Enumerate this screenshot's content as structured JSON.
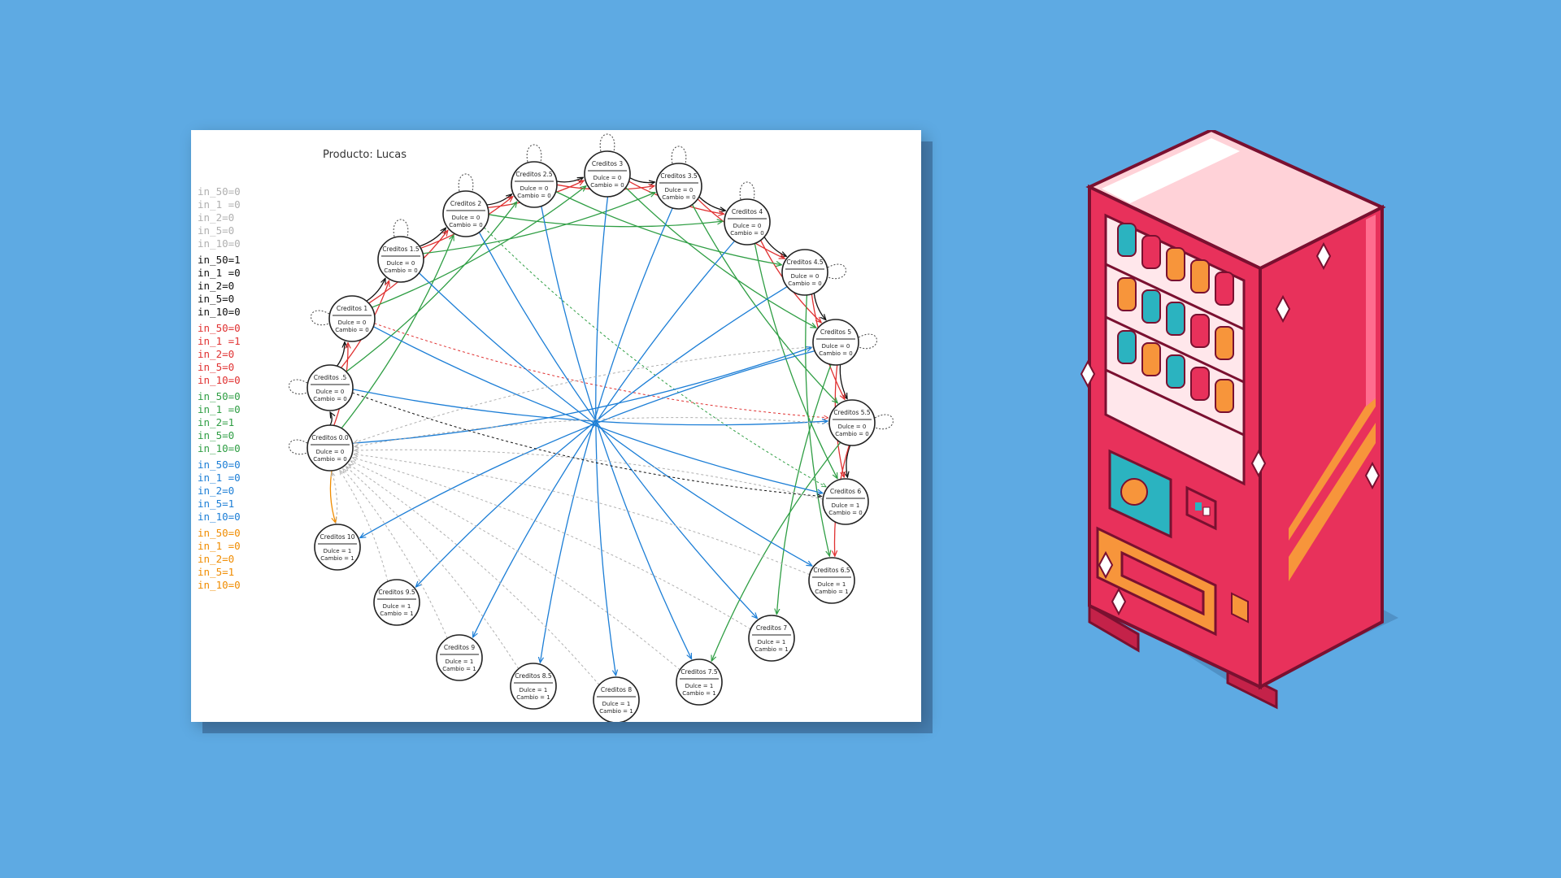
{
  "diagram": {
    "title": "Producto: Lucas",
    "legend_groups": [
      {
        "color": "#b0b0b0",
        "lines": [
          "in_50=0",
          "in_1 =0",
          "in_2=0",
          "in_5=0",
          "in_10=0"
        ]
      },
      {
        "color": "#111111",
        "lines": [
          "in_50=1",
          "in_1 =0",
          "in_2=0",
          "in_5=0",
          "in_10=0"
        ]
      },
      {
        "color": "#e03131",
        "lines": [
          "in_50=0",
          "in_1 =1",
          "in_2=0",
          "in_5=0",
          "in_10=0"
        ]
      },
      {
        "color": "#2f9e44",
        "lines": [
          "in_50=0",
          "in_1 =0",
          "in_2=1",
          "in_5=0",
          "in_10=0"
        ]
      },
      {
        "color": "#1c7ed6",
        "lines": [
          "in_50=0",
          "in_1 =0",
          "in_2=0",
          "in_5=1",
          "in_10=0"
        ]
      },
      {
        "color": "#f08c00",
        "lines": [
          "in_50=0",
          "in_1 =0",
          "in_2=0",
          "in_5=1",
          "in_10=0"
        ]
      }
    ],
    "states": [
      {
        "id": "c00",
        "title": "Creditos 0.0",
        "line1": "Dulce = 0",
        "line2": "Cambio = 0"
      },
      {
        "id": "c05",
        "title": "Creditos .5",
        "line1": "Dulce = 0",
        "line2": "Cambio = 0"
      },
      {
        "id": "c1",
        "title": "Creditos 1",
        "line1": "Dulce = 0",
        "line2": "Cambio = 0"
      },
      {
        "id": "c15",
        "title": "Creditos 1.5",
        "line1": "Dulce = 0",
        "line2": "Cambio = 0"
      },
      {
        "id": "c2",
        "title": "Creditos 2",
        "line1": "Dulce = 0",
        "line2": "Cambio = 0"
      },
      {
        "id": "c25",
        "title": "Creditos 2.5",
        "line1": "Dulce = 0",
        "line2": "Cambio = 0"
      },
      {
        "id": "c3",
        "title": "Creditos 3",
        "line1": "Dulce = 0",
        "line2": "Cambio = 0"
      },
      {
        "id": "c35",
        "title": "Creditos 3.5",
        "line1": "Dulce = 0",
        "line2": "Cambio = 0"
      },
      {
        "id": "c4",
        "title": "Creditos 4",
        "line1": "Dulce = 0",
        "line2": "Cambio = 0"
      },
      {
        "id": "c45",
        "title": "Creditos 4.5",
        "line1": "Dulce = 0",
        "line2": "Cambio = 0"
      },
      {
        "id": "c5",
        "title": "Creditos 5",
        "line1": "Dulce = 0",
        "line2": "Cambio = 0"
      },
      {
        "id": "c55",
        "title": "Creditos 5.5",
        "line1": "Dulce = 0",
        "line2": "Cambio = 0"
      },
      {
        "id": "c6",
        "title": "Creditos 6",
        "line1": "Dulce = 1",
        "line2": "Cambio = 0"
      },
      {
        "id": "c65",
        "title": "Creditos 6.5",
        "line1": "Dulce = 1",
        "line2": "Cambio = 1"
      },
      {
        "id": "c7",
        "title": "Creditos 7",
        "line1": "Dulce = 1",
        "line2": "Cambio = 1"
      },
      {
        "id": "c75",
        "title": "Creditos 7.5",
        "line1": "Dulce = 1",
        "line2": "Cambio = 1"
      },
      {
        "id": "c8",
        "title": "Creditos 8",
        "line1": "Dulce = 1",
        "line2": "Cambio = 1"
      },
      {
        "id": "c85",
        "title": "Creditos 8.5",
        "line1": "Dulce = 1",
        "line2": "Cambio = 1"
      },
      {
        "id": "c9",
        "title": "Creditos 9",
        "line1": "Dulce = 1",
        "line2": "Cambio = 1"
      },
      {
        "id": "c95",
        "title": "Creditos 9.5",
        "line1": "Dulce = 1",
        "line2": "Cambio = 1"
      },
      {
        "id": "c10",
        "title": "Creditos 10",
        "line1": "Dulce = 1",
        "line2": "Cambio = 1"
      }
    ],
    "edges": [
      {
        "from": "c00",
        "to": "c05",
        "color": "#111111",
        "dash": false
      },
      {
        "from": "c05",
        "to": "c1",
        "color": "#111111",
        "dash": false
      },
      {
        "from": "c1",
        "to": "c15",
        "color": "#111111",
        "dash": false
      },
      {
        "from": "c15",
        "to": "c2",
        "color": "#111111",
        "dash": false
      },
      {
        "from": "c2",
        "to": "c25",
        "color": "#111111",
        "dash": false
      },
      {
        "from": "c25",
        "to": "c3",
        "color": "#111111",
        "dash": false
      },
      {
        "from": "c3",
        "to": "c35",
        "color": "#111111",
        "dash": false
      },
      {
        "from": "c35",
        "to": "c4",
        "color": "#111111",
        "dash": false
      },
      {
        "from": "c4",
        "to": "c45",
        "color": "#111111",
        "dash": false
      },
      {
        "from": "c45",
        "to": "c5",
        "color": "#111111",
        "dash": false
      },
      {
        "from": "c5",
        "to": "c55",
        "color": "#111111",
        "dash": false
      },
      {
        "from": "c55",
        "to": "c6",
        "color": "#111111",
        "dash": false
      },
      {
        "from": "c00",
        "to": "c10",
        "color": "#f08c00",
        "dash": false
      },
      {
        "from": "c00",
        "to": "c1",
        "color": "#e03131",
        "dash": false
      },
      {
        "from": "c05",
        "to": "c15",
        "color": "#e03131",
        "dash": false
      },
      {
        "from": "c1",
        "to": "c2",
        "color": "#e03131",
        "dash": false
      },
      {
        "from": "c15",
        "to": "c25",
        "color": "#e03131",
        "dash": false
      },
      {
        "from": "c2",
        "to": "c3",
        "color": "#e03131",
        "dash": false
      },
      {
        "from": "c25",
        "to": "c35",
        "color": "#e03131",
        "dash": false
      },
      {
        "from": "c3",
        "to": "c4",
        "color": "#e03131",
        "dash": false
      },
      {
        "from": "c35",
        "to": "c45",
        "color": "#e03131",
        "dash": false
      },
      {
        "from": "c4",
        "to": "c5",
        "color": "#e03131",
        "dash": false
      },
      {
        "from": "c45",
        "to": "c55",
        "color": "#e03131",
        "dash": false
      },
      {
        "from": "c5",
        "to": "c6",
        "color": "#e03131",
        "dash": false
      },
      {
        "from": "c55",
        "to": "c65",
        "color": "#e03131",
        "dash": false
      },
      {
        "from": "c1",
        "to": "c55",
        "color": "#e03131",
        "dash": true
      },
      {
        "from": "c00",
        "to": "c2",
        "color": "#2f9e44",
        "dash": false
      },
      {
        "from": "c05",
        "to": "c25",
        "color": "#2f9e44",
        "dash": false
      },
      {
        "from": "c1",
        "to": "c3",
        "color": "#2f9e44",
        "dash": false
      },
      {
        "from": "c15",
        "to": "c35",
        "color": "#2f9e44",
        "dash": false
      },
      {
        "from": "c2",
        "to": "c4",
        "color": "#2f9e44",
        "dash": false
      },
      {
        "from": "c25",
        "to": "c45",
        "color": "#2f9e44",
        "dash": false
      },
      {
        "from": "c3",
        "to": "c5",
        "color": "#2f9e44",
        "dash": false
      },
      {
        "from": "c35",
        "to": "c55",
        "color": "#2f9e44",
        "dash": false
      },
      {
        "from": "c4",
        "to": "c6",
        "color": "#2f9e44",
        "dash": false
      },
      {
        "from": "c45",
        "to": "c65",
        "color": "#2f9e44",
        "dash": false
      },
      {
        "from": "c5",
        "to": "c7",
        "color": "#2f9e44",
        "dash": false
      },
      {
        "from": "c55",
        "to": "c75",
        "color": "#2f9e44",
        "dash": false
      },
      {
        "from": "c2",
        "to": "c6",
        "color": "#2f9e44",
        "dash": true
      },
      {
        "from": "c00",
        "to": "c5",
        "color": "#1c7ed6",
        "dash": false
      },
      {
        "from": "c05",
        "to": "c55",
        "color": "#1c7ed6",
        "dash": false
      },
      {
        "from": "c1",
        "to": "c6",
        "color": "#1c7ed6",
        "dash": false
      },
      {
        "from": "c15",
        "to": "c65",
        "color": "#1c7ed6",
        "dash": false
      },
      {
        "from": "c2",
        "to": "c7",
        "color": "#1c7ed6",
        "dash": false
      },
      {
        "from": "c25",
        "to": "c75",
        "color": "#1c7ed6",
        "dash": false
      },
      {
        "from": "c3",
        "to": "c8",
        "color": "#1c7ed6",
        "dash": false
      },
      {
        "from": "c35",
        "to": "c85",
        "color": "#1c7ed6",
        "dash": false
      },
      {
        "from": "c4",
        "to": "c9",
        "color": "#1c7ed6",
        "dash": false
      },
      {
        "from": "c45",
        "to": "c95",
        "color": "#1c7ed6",
        "dash": false
      },
      {
        "from": "c5",
        "to": "c10",
        "color": "#1c7ed6",
        "dash": false
      },
      {
        "from": "c05",
        "to": "c6",
        "color": "#111111",
        "dash": true
      },
      {
        "from": "c6",
        "to": "c00",
        "color": "#b0b0b0",
        "dash": true
      },
      {
        "from": "c65",
        "to": "c00",
        "color": "#b0b0b0",
        "dash": true
      },
      {
        "from": "c7",
        "to": "c00",
        "color": "#b0b0b0",
        "dash": true
      },
      {
        "from": "c75",
        "to": "c00",
        "color": "#b0b0b0",
        "dash": true
      },
      {
        "from": "c8",
        "to": "c00",
        "color": "#b0b0b0",
        "dash": true
      },
      {
        "from": "c85",
        "to": "c00",
        "color": "#b0b0b0",
        "dash": true
      },
      {
        "from": "c9",
        "to": "c00",
        "color": "#b0b0b0",
        "dash": true
      },
      {
        "from": "c95",
        "to": "c00",
        "color": "#b0b0b0",
        "dash": true
      },
      {
        "from": "c10",
        "to": "c00",
        "color": "#b0b0b0",
        "dash": true
      },
      {
        "from": "c5",
        "to": "c00",
        "color": "#b0b0b0",
        "dash": true
      },
      {
        "from": "c55",
        "to": "c00",
        "color": "#b0b0b0",
        "dash": true
      }
    ]
  },
  "illustration": {
    "name": "vending machine",
    "body_color": "#e8315b",
    "accent_color": "#f7953b",
    "can_colors": [
      "#f7953b",
      "#2bb3c0",
      "#e8315b",
      "#ffd2d8"
    ]
  }
}
